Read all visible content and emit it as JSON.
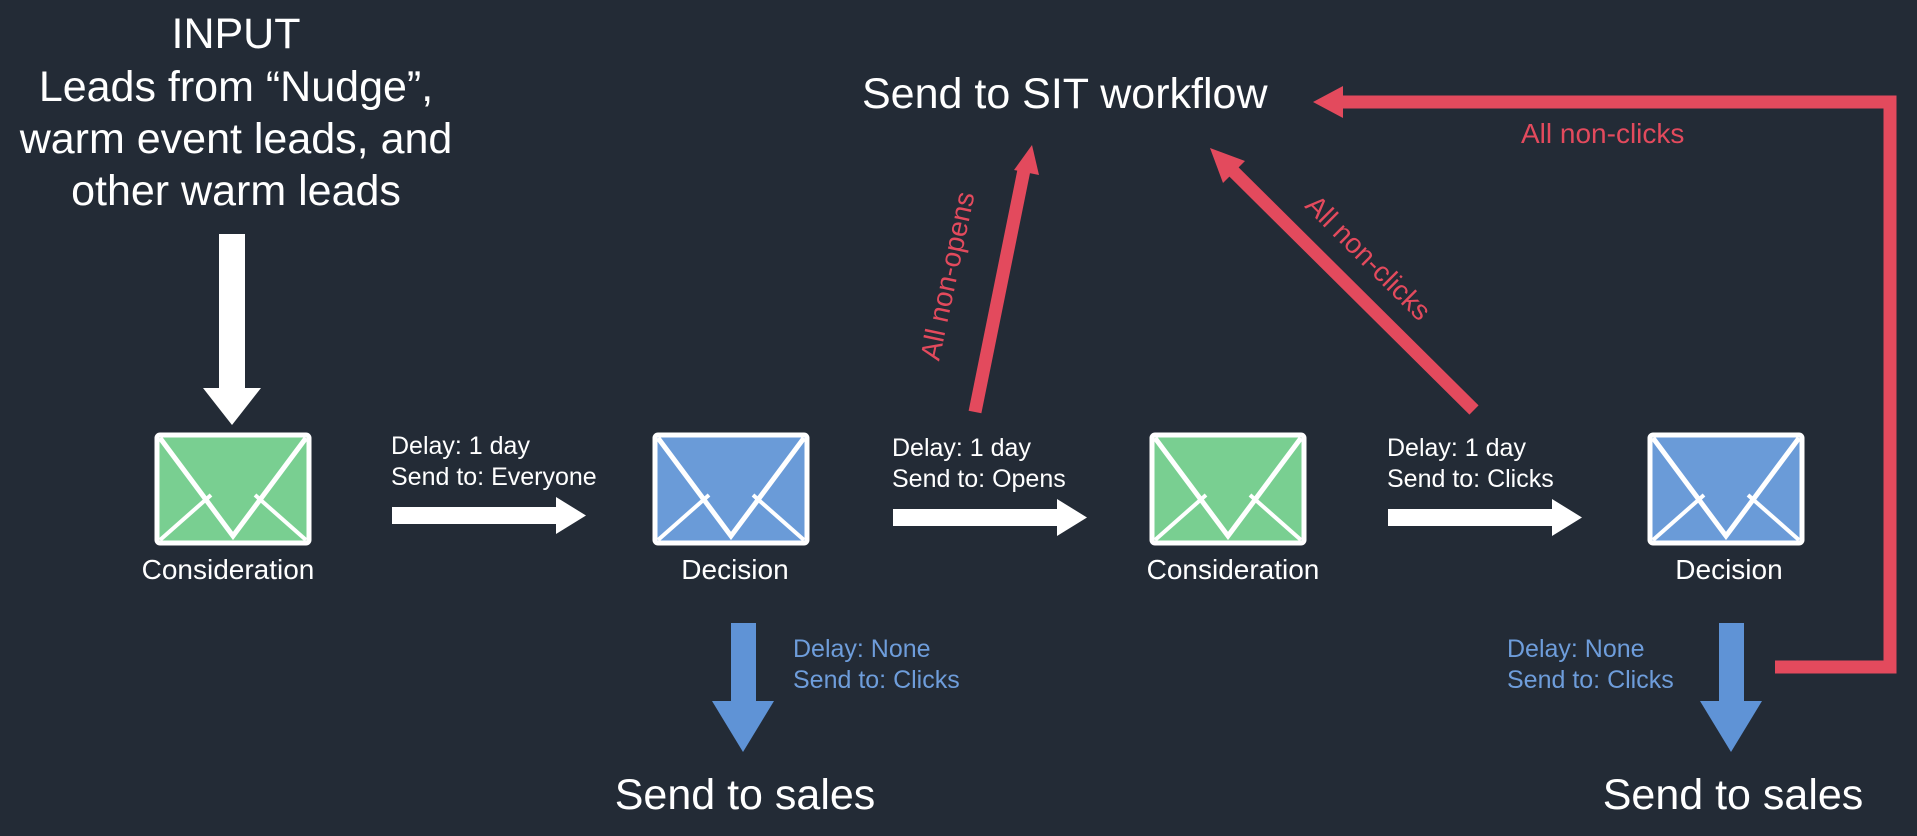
{
  "input": {
    "title": "INPUT",
    "description": "Leads from “Nudge”, warm event leads, and other warm leads"
  },
  "emails": [
    {
      "label": "Consideration",
      "color": "#79cf91",
      "icon": "envelope-icon"
    },
    {
      "label": "Decision",
      "color": "#6a9bd8",
      "icon": "envelope-icon"
    },
    {
      "label": "Consideration",
      "color": "#79cf91",
      "icon": "envelope-icon"
    },
    {
      "label": "Decision",
      "color": "#6a9bd8",
      "icon": "envelope-icon"
    }
  ],
  "steps": [
    {
      "delay": "Delay: 1 day",
      "send_to": "Send to: Everyone"
    },
    {
      "delay": "Delay: 1 day",
      "send_to": "Send to: Opens"
    },
    {
      "delay": "Delay: 1 day",
      "send_to": "Send to: Clicks"
    }
  ],
  "sales_steps": [
    {
      "delay": "Delay: None",
      "send_to": "Send to: Clicks",
      "outcome": "Send to sales"
    },
    {
      "delay": "Delay: None",
      "send_to": "Send to: Clicks",
      "outcome": "Send to sales"
    }
  ],
  "sit": {
    "label": "Send to SIT workflow",
    "branches": [
      "All non-opens",
      "All non-clicks",
      "All non-clicks"
    ]
  },
  "colors": {
    "background": "#232b36",
    "white": "#ffffff",
    "red": "#e34a5d",
    "blue": "#5f93d6",
    "green": "#79cf91"
  }
}
